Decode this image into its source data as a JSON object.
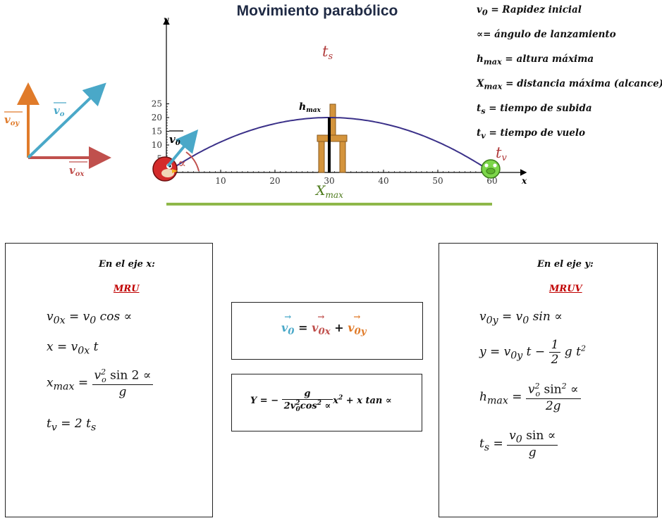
{
  "title": "Movimiento parabólico",
  "legend": [
    {
      "sym": "v",
      "sub": "0",
      "text": " = Rapidez inicial"
    },
    {
      "sym": "∝",
      "sub": "",
      "text": "= ángulo de lanzamiento"
    },
    {
      "sym": "h",
      "sub": "max",
      "text": " = altura máxima"
    },
    {
      "sym": "X",
      "sub": "max",
      "text": " = distancia máxima (alcance)"
    },
    {
      "sym": "t",
      "sub": "s",
      "text": " = tiempo de subida"
    },
    {
      "sym": "t",
      "sub": "v",
      "text": " = tiempo de vuelo"
    }
  ],
  "vector_diagram": {
    "v0": "v",
    "v0_sub": "o",
    "vox": "v",
    "vox_sub": "ox",
    "voy": "v",
    "voy_sub": "oy",
    "colors": {
      "v0": "#4aa8c8",
      "vox": "#c0504d",
      "voy": "#e07b2a"
    }
  },
  "chart_data": {
    "type": "line",
    "x_axis_label": "x",
    "y_axis_label": "y",
    "x_ticks": [
      "10",
      "20",
      "30",
      "40",
      "50",
      "60"
    ],
    "y_ticks": [
      "5",
      "10",
      "15",
      "20",
      "25"
    ],
    "xlim": [
      0,
      60
    ],
    "ylim": [
      0,
      25
    ],
    "trajectory": {
      "x_start": 0,
      "x_end": 60,
      "peak_x": 30,
      "peak_y": 20
    },
    "labels": {
      "ts": "t",
      "ts_sub": "s",
      "tv": "t",
      "tv_sub": "v",
      "hmax": "h",
      "hmax_sub": "max",
      "xmax": "X",
      "xmax_sub": "max",
      "v0": "v",
      "v0_sub": "0",
      "alpha": "∝"
    },
    "colors": {
      "curve": "#3b3189",
      "xmax_bar": "#8fb84a",
      "labels": "#b03a3a",
      "tower": "#d4943c"
    }
  },
  "left_box": {
    "header": "En el eje x:",
    "method": "MRU",
    "eq1": {
      "lhs": "v",
      "lhs_sub": "0x",
      "rhs": " = v",
      "rhs_sub": "0",
      "rhs2": " cos ∝"
    },
    "eq2": {
      "text1": "x = v",
      "sub": "0x",
      "text2": " t"
    },
    "eq3": {
      "lhs": "x",
      "lhs_sub": "max",
      "num": "v",
      "num_sup": "2",
      "num_sub": "o",
      "num_rest": " sin 2 ∝",
      "den": "g"
    },
    "eq4": {
      "text1": "t",
      "sub1": "v",
      "text2": " = 2 t",
      "sub2": "s"
    }
  },
  "center_top": {
    "lhs": "v",
    "lhs_sub": "0",
    "t1": "v",
    "t1_sub": "0x",
    "t2": "v",
    "t2_sub": "0y"
  },
  "center_bottom": {
    "lhs": "Y = −",
    "num": "g",
    "den": "2v",
    "den_sub": "0",
    "den_sup": "2",
    "den_rest": "cos",
    "den_sup2": "2",
    "den_end": " ∝",
    "rest": "x",
    "rest_sup": "2",
    "tail": " + x tan ∝"
  },
  "right_box": {
    "header": "En el eje y:",
    "method": "MRUV",
    "eq1": {
      "lhs": "v",
      "lhs_sub": "0y",
      "rhs": " = v",
      "rhs_sub": "0",
      "rhs2": "  sin ∝"
    },
    "eq2": {
      "a": "y = v",
      "a_sub": "0y",
      "b": " t −",
      "num": "1",
      "den": "2",
      "c": " g t",
      "c_sup": "2"
    },
    "eq3": {
      "lhs": "h",
      "lhs_sub": "max",
      "num": "v",
      "num_sup": "2",
      "num_sub": "o",
      "num_rest": " sin",
      "num_sup2": "2",
      "num_end": " ∝",
      "den": "2g"
    },
    "eq4": {
      "lhs": "t",
      "lhs_sub": "s",
      "num": "v",
      "num_sub": "0",
      "num_rest": " sin ∝",
      "den": "g"
    }
  }
}
